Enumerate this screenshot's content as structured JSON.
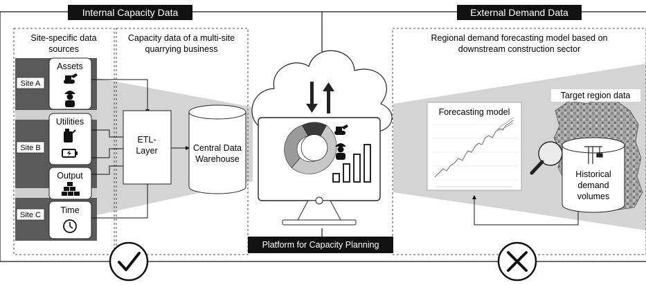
{
  "headers": {
    "internal": "Internal Capacity Data",
    "external": "External Demand Data"
  },
  "site_specific": {
    "title_line1": "Site-specific data",
    "title_line2": "sources",
    "sites": [
      "Site A",
      "Site B",
      "Site C"
    ],
    "sources": [
      {
        "label": "Assets",
        "icons": [
          "excavator-icon",
          "worker-icon"
        ]
      },
      {
        "label": "Utilities",
        "icons": [
          "fuel-can-icon",
          "battery-icon"
        ]
      },
      {
        "label": "Output",
        "icons": [
          "bricks-icon"
        ]
      },
      {
        "label": "Time",
        "icons": [
          "clock-icon"
        ]
      }
    ]
  },
  "capacity": {
    "title_line1": "Capacity data of a multi-site",
    "title_line2": "quarrying business",
    "etl_line1": "ETL-",
    "etl_line2": "Layer",
    "warehouse_line1": "Central Data",
    "warehouse_line2": "Warehouse"
  },
  "platform": {
    "label": "Platform for Capacity Planning",
    "icons": [
      "cloud-icon",
      "sync-arrows-icon",
      "monitor-icon",
      "donut-chart-icon",
      "bar-chart-icon"
    ]
  },
  "external": {
    "title_line1": "Regional demand forecasting model based on",
    "title_line2": "downstream construction sector",
    "forecast_title": "Forecasting model",
    "target_region": "Target region data",
    "historical_line1": "Historical",
    "historical_line2": "demand",
    "historical_line3": "volumes"
  },
  "status": {
    "internal": "check-icon",
    "external": "cross-icon"
  },
  "colors": {
    "dark": "#111111",
    "panel_gray": "#5a5a5a",
    "funnel_gray": "#d4d4d4",
    "donut_dark": "#3a3a3a",
    "donut_mid": "#9a9a9a",
    "donut_light": "#c8c8c8"
  }
}
